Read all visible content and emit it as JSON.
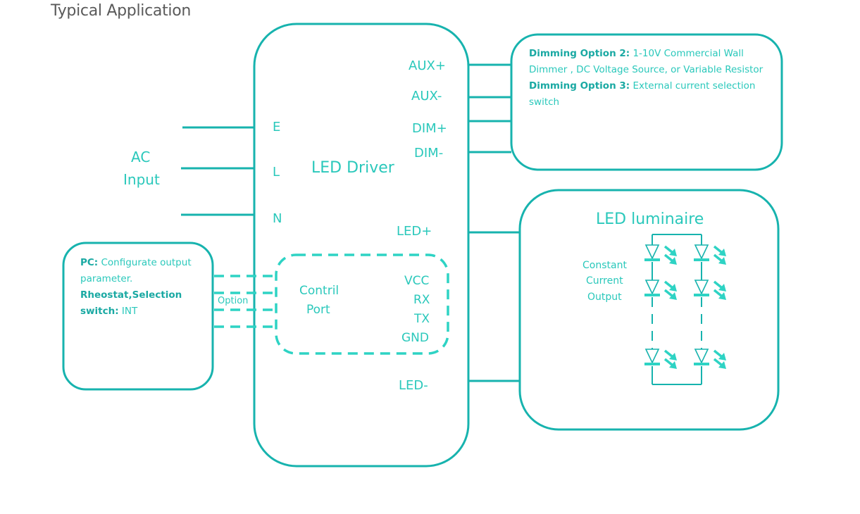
{
  "title": "Typical Application",
  "driver": {
    "label": "LED Driver",
    "input_pins": [
      "E",
      "L",
      "N"
    ],
    "output_pins": [
      "AUX+",
      "AUX-",
      "DIM+",
      "DIM-",
      "LED+",
      "LED-"
    ]
  },
  "ac_input": {
    "line1": "AC",
    "line2": "Input"
  },
  "dimming_box": {
    "option2_label": "Dimming Option 2:",
    "option2_text_a": " 1-10V Commercial Wall",
    "option2_text_b": "Dimmer , DC Voltage Source, or Variable Resistor",
    "option3_label": "Dimming Option 3:",
    "option3_text_a": " External current selection",
    "option3_text_b": "switch"
  },
  "pc_box": {
    "pc_label": "PC:",
    "pc_text_a": " Configurate output",
    "pc_text_b": "parameter.",
    "rheo_label_a": "Rheostat,Selection",
    "rheo_label_b": "switch:",
    "rheo_text": " INT"
  },
  "option_label": "Option",
  "control_port": {
    "line1": "Contril",
    "line2": "Port",
    "pins": [
      "VCC",
      "RX",
      "TX",
      "GND"
    ]
  },
  "luminaire": {
    "title": "LED luminaire",
    "caption": [
      "Constant",
      "Current",
      "Output"
    ]
  },
  "colors": {
    "accent": "#17b3ae",
    "text": "#2ac8bb",
    "title": "#5a5a5a"
  }
}
